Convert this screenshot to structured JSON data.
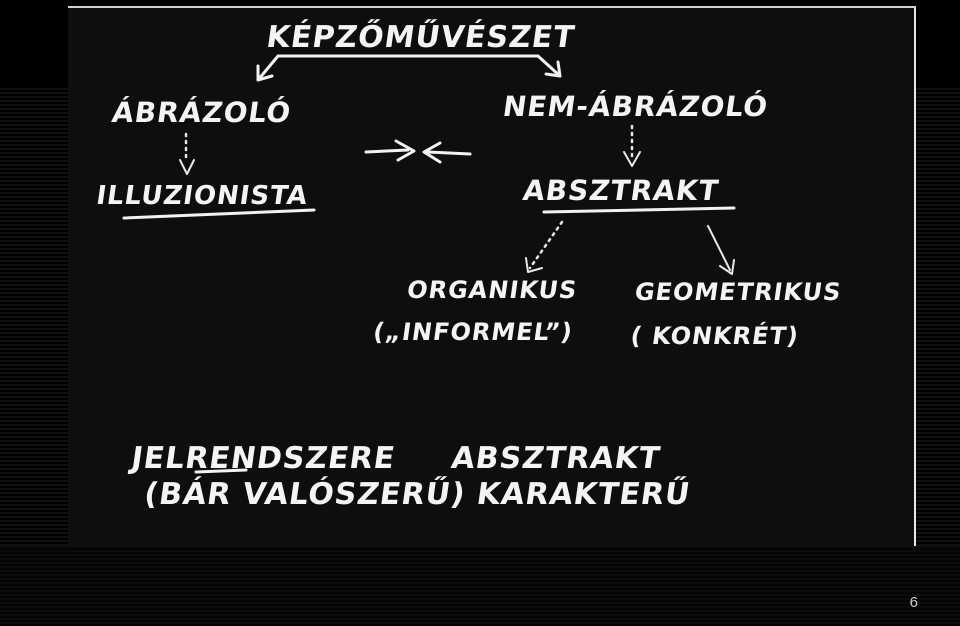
{
  "diagram": {
    "root": "KÉPZŐMŰVÉSZET",
    "left_branch": "ÁBRÁZOLÓ",
    "left_child": "ILLUZIONISTA",
    "right_branch": "NEM-ÁBRÁZOLÓ",
    "right_child": "ABSZTRAKT",
    "abstract_child_1": "ORGANIKUS",
    "abstract_child_1_note": "(„INFORMEL”)",
    "abstract_child_2": "GEOMETRIKUS",
    "abstract_child_2_note": "( KONKRÉT)",
    "footer_line_1a": "JELRENDSZERE",
    "footer_line_1b": "ABSZTRAKT",
    "footer_line_2": "(BÁR VALÓSZERŰ) KARAKTERŰ"
  },
  "slide": {
    "page_number": "6"
  }
}
